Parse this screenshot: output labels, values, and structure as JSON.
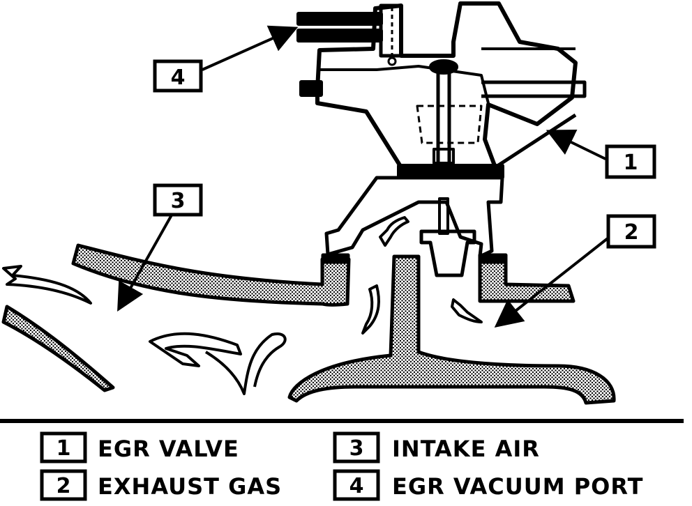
{
  "callouts": [
    "1",
    "2",
    "3",
    "4"
  ],
  "legend": [
    {
      "num": "1",
      "text": "EGR VALVE"
    },
    {
      "num": "2",
      "text": "EXHAUST GAS"
    },
    {
      "num": "3",
      "text": "INTAKE AIR"
    },
    {
      "num": "4",
      "text": "EGR VACUUM PORT"
    }
  ]
}
